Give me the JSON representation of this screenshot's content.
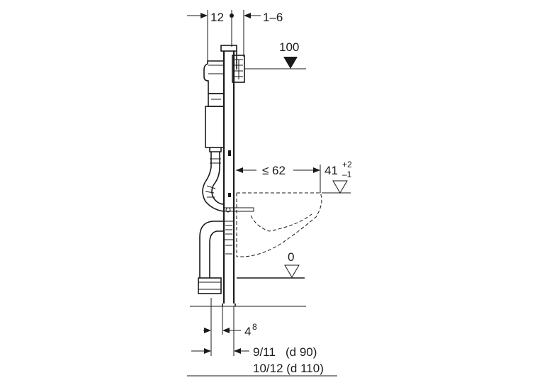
{
  "dimensions": {
    "top_left": "12",
    "top_right": "1–6",
    "height_100": "100",
    "bowl_depth": "≤ 62",
    "bowl_height_base": "41",
    "bowl_height_tol_plus": "+2",
    "bowl_height_tol_minus": "–1",
    "floor_level": "0",
    "pipe_offset_base": "4",
    "pipe_offset_sup": "8",
    "bottom_row1": "9/11   (d 90)",
    "bottom_row2": "10/12 (d 110)"
  },
  "colors": {
    "line": "#1a1a1a",
    "background": "#ffffff"
  }
}
